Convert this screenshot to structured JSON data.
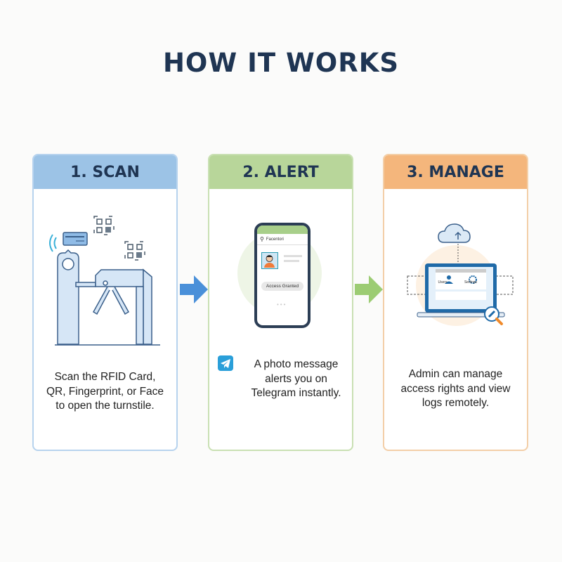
{
  "title": "HOW IT WORKS",
  "steps": [
    {
      "header": "1. SCAN",
      "text": [
        "Scan the RFID Card,",
        "QR, Fingerprint, or Face",
        "to open the turnstile."
      ],
      "color": "#9cc3e6"
    },
    {
      "header": "2. ALERT",
      "text": [
        "A photo message",
        "alerts you on",
        "Telegram instantly."
      ],
      "color": "#b8d69a",
      "phone": {
        "app_title": "Facentori",
        "status": "Access Granted"
      }
    },
    {
      "header": "3. MANAGE",
      "text": [
        "Admin can manage",
        "access rights and view",
        "logs remotely."
      ],
      "color": "#f4b67c",
      "laptop": {
        "item1": "Users",
        "item2": "Settings"
      }
    }
  ],
  "arrows": {
    "first": "#4a90d9",
    "second": "#9ccc73"
  },
  "icons": [
    "rfid-card-icon",
    "qr-code-icon",
    "turnstile-icon",
    "phone-icon",
    "telegram-icon",
    "cloud-upload-icon",
    "laptop-icon",
    "wrench-icon"
  ]
}
